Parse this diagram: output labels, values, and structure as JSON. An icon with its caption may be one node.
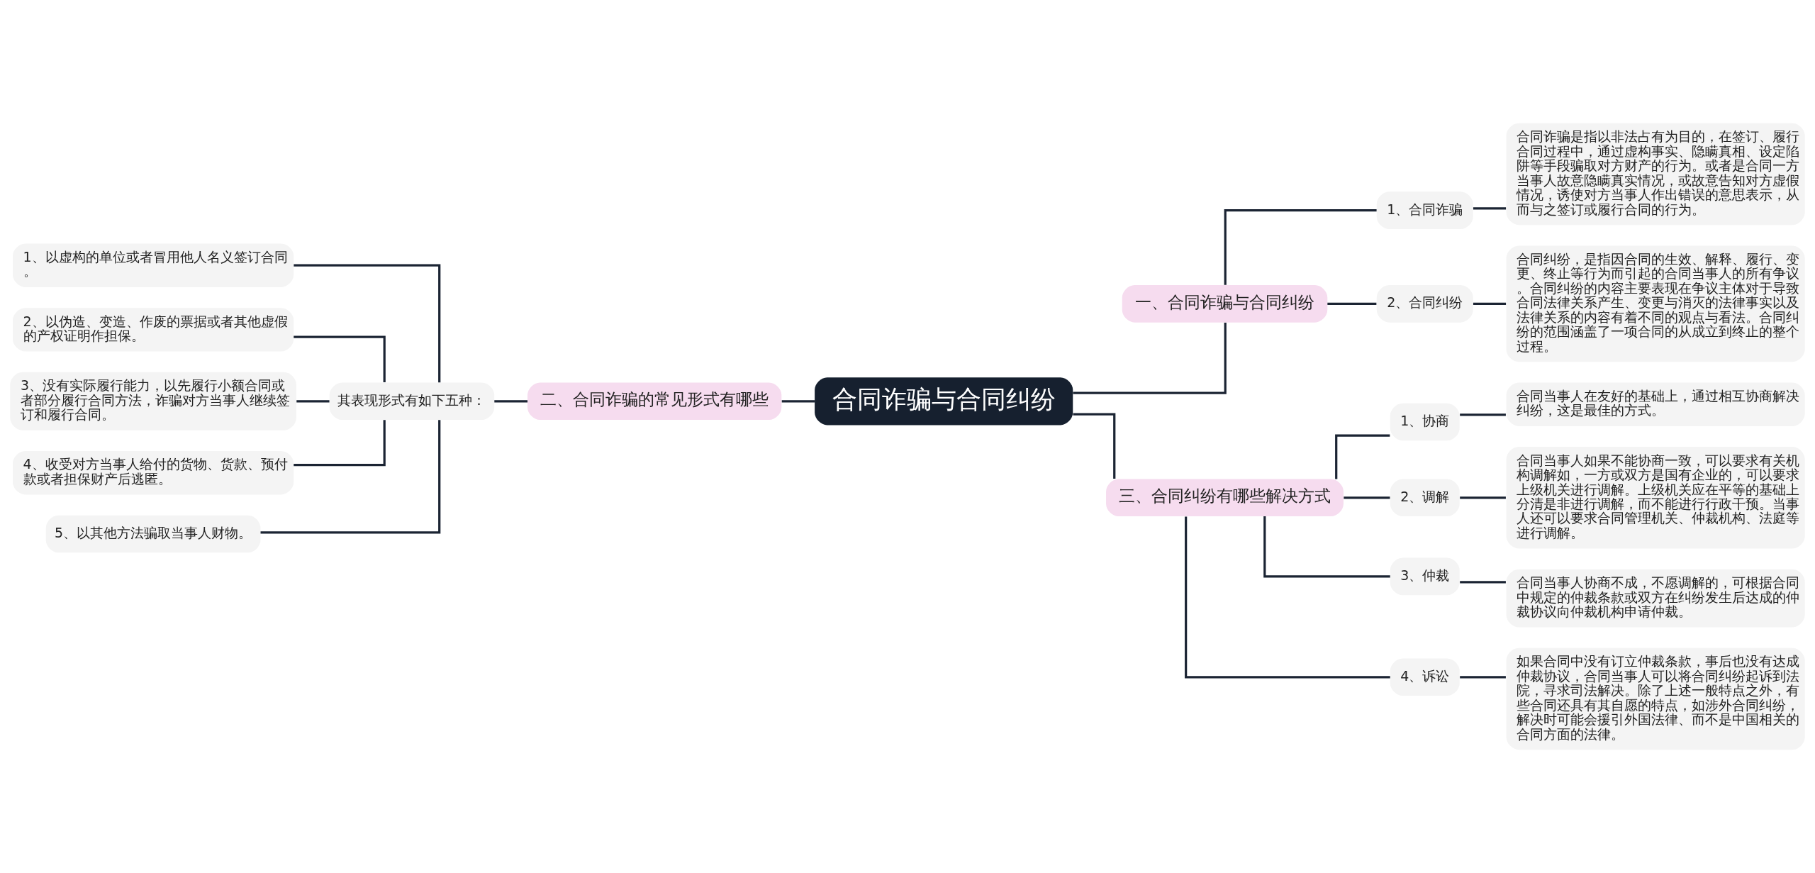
{
  "diagram": {
    "nodes": [
      {
        "text": [
          "合同诈骗与合同纠纷"
        ]
      },
      {
        "text": [
          "二、合同诈骗的常见形式有哪些"
        ]
      },
      {
        "text": [
          "其表现形式有如下五种："
        ]
      },
      {
        "text": [
          "1、以虚构的单位或者冒用他人名义签订合同。"
        ]
      },
      {
        "text": [
          "2、以伪造、变造、作废的票据或者其他虚假的产权证明作担保。"
        ]
      },
      {
        "text": [
          "3、没有实际履行能力，以先履行小额合同或者部分履行合同方法，诈骗对方当事人继续签订和履行合同。"
        ]
      },
      {
        "text": [
          "4、收受对方当事人给付的货物、货款、预付款或者担保财产后逃匿。"
        ]
      },
      {
        "text": [
          "5、以其他方法骗取当事人财物。"
        ]
      },
      {
        "text": [
          "一、合同诈骗与合同纠纷"
        ]
      },
      {
        "text": [
          "1、合同诈骗"
        ]
      },
      {
        "text": [
          "合同诈骗是指以非法占有为目的，在签订、履行合同过程中，通过虚构事实、隐瞒真相、设定陷阱等手段骗取对方财产的行为。或者是合同一方当事人故意隐瞒真实情况，或故意告知对方虚假情况，诱使对方当事人作出错误的意思表示，从而与之签订或履行合同的行为。"
        ]
      },
      {
        "text": [
          "2、合同纠纷"
        ]
      },
      {
        "text": [
          "合同纠纷，是指因合同的生效、解释、履行、变更、终止等行为而引起的合同当事人的所有争议。合同纠纷的内容主要表现在争议主体对于导致合同法律关系产生、变更与消灭的法律事实以及法律关系的内容有着不同的观点与看法。合同纠纷的范围涵盖了一项合同的从成立到终止的整个过程。"
        ]
      },
      {
        "text": [
          "三、合同纠纷有哪些解决方式"
        ]
      },
      {
        "text": [
          "1、协商"
        ]
      },
      {
        "text": [
          "合同当事人在友好的基础上，通过相互协商解决纠纷，这是最佳的方式。"
        ]
      },
      {
        "text": [
          "2、调解"
        ]
      },
      {
        "text": [
          "合同当事人如果不能协商一致，可以要求有关机构调解如，一方或双方是国有企业的，可以要求上级机关进行调解。上级机关应在平等的基础上分清是非进行调解，而不能进行行政干预。当事人还可以要求合同管理机关、仲裁机构、法庭等进行调解。"
        ]
      },
      {
        "text": [
          "3、仲裁"
        ]
      },
      {
        "text": [
          "合同当事人协商不成，不愿调解的，可根据合同中规定的仲裁条款或双方在纠纷发生后达成的仲裁协议向仲裁机构申请仲裁。"
        ]
      },
      {
        "text": [
          "4、诉讼"
        ]
      },
      {
        "text": [
          "如果合同中没有订立仲裁条款，事后也没有达成仲裁协议，合同当事人可以将合同纠纷起诉到法院，寻求司法解决。除了上述一般特点之外，有些合同还具有其自愿的特点，如涉外合同纠纷，解决时可能会援引外国法律、而不是中国相关的合同方面的法律。"
        ]
      }
    ],
    "edges": [
      {
        "from": 3,
        "to": 2,
        "arrow": "none"
      },
      {
        "from": 4,
        "to": 2,
        "arrow": "none"
      },
      {
        "from": 5,
        "to": 2,
        "arrow": "none"
      },
      {
        "from": 6,
        "to": 2,
        "arrow": "none"
      },
      {
        "from": 7,
        "to": 2,
        "arrow": "none"
      },
      {
        "from": 2,
        "to": 1,
        "arrow": "none"
      },
      {
        "from": 1,
        "to": 0,
        "arrow": "none"
      },
      {
        "from": 0,
        "to": 8,
        "arrow": "none"
      },
      {
        "from": 8,
        "to": 9,
        "arrow": "none"
      },
      {
        "from": 9,
        "to": 10,
        "arrow": "none"
      },
      {
        "from": 8,
        "to": 11,
        "arrow": "none"
      },
      {
        "from": 11,
        "to": 12,
        "arrow": "none"
      },
      {
        "from": 0,
        "to": 13,
        "arrow": "none"
      },
      {
        "from": 13,
        "to": 14,
        "arrow": "none"
      },
      {
        "from": 14,
        "to": 15,
        "arrow": "none"
      },
      {
        "from": 13,
        "to": 16,
        "arrow": "none"
      },
      {
        "from": 16,
        "to": 17,
        "arrow": "none"
      },
      {
        "from": 13,
        "to": 18,
        "arrow": "none"
      },
      {
        "from": 18,
        "to": 19,
        "arrow": "none"
      },
      {
        "from": 13,
        "to": 20,
        "arrow": "none"
      },
      {
        "from": 20,
        "to": 21,
        "arrow": "none"
      }
    ]
  }
}
